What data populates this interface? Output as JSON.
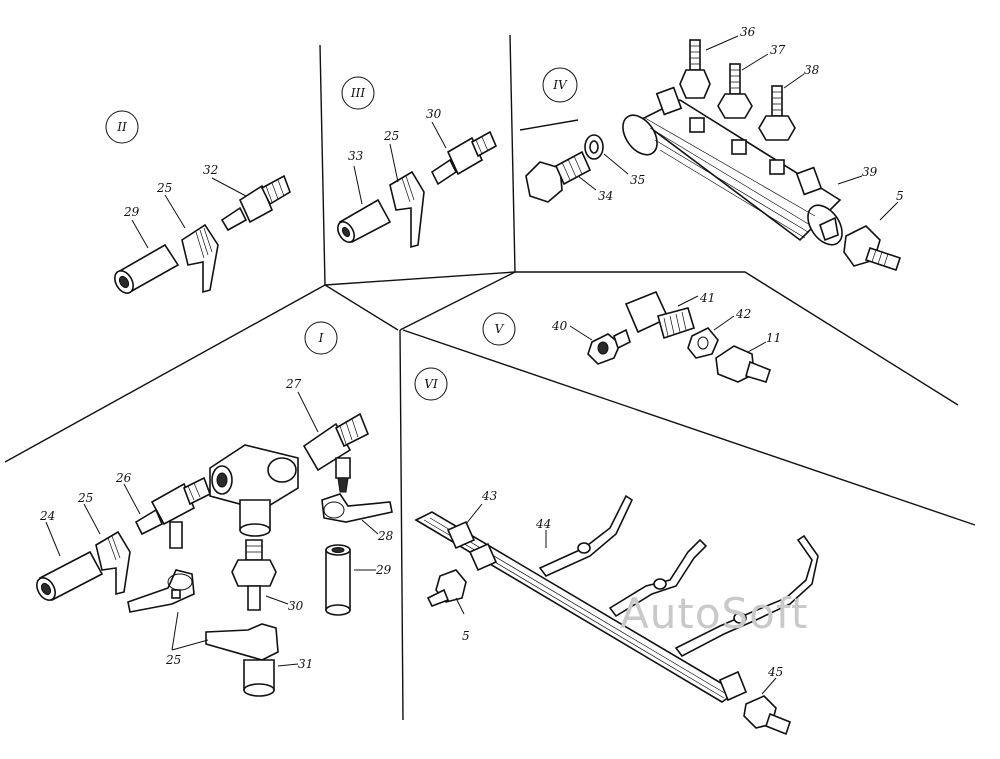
{
  "sections": [
    {
      "id": "II",
      "label": "II",
      "parts": [
        "29",
        "25",
        "32"
      ]
    },
    {
      "id": "III",
      "label": "III",
      "parts": [
        "33",
        "25",
        "30"
      ]
    },
    {
      "id": "IV",
      "label": "IV",
      "parts": [
        "36",
        "37",
        "38",
        "34",
        "35",
        "39",
        "5"
      ]
    },
    {
      "id": "I",
      "label": "I",
      "parts": [
        "24",
        "25",
        "26",
        "27",
        "28",
        "29",
        "30",
        "31",
        "25"
      ]
    },
    {
      "id": "V",
      "label": "V",
      "parts": [
        "40",
        "41",
        "42",
        "11"
      ]
    },
    {
      "id": "VI",
      "label": "VI",
      "parts": [
        "43",
        "44",
        "5",
        "45"
      ]
    }
  ],
  "labels": {
    "s2_29": "29",
    "s2_25": "25",
    "s2_32": "32",
    "s3_33": "33",
    "s3_25": "25",
    "s3_30": "30",
    "s4_36": "36",
    "s4_37": "37",
    "s4_38": "38",
    "s4_34": "34",
    "s4_35": "35",
    "s4_39": "39",
    "s4_5": "5",
    "s1_24": "24",
    "s1_25a": "25",
    "s1_26": "26",
    "s1_27": "27",
    "s1_28": "28",
    "s1_29": "29",
    "s1_30": "30",
    "s1_31": "31",
    "s1_25b": "25",
    "s5_40": "40",
    "s5_41": "41",
    "s5_42": "42",
    "s5_11": "11",
    "s6_43": "43",
    "s6_44": "44",
    "s6_5": "5",
    "s6_45": "45"
  },
  "watermark": "AutoSoft"
}
